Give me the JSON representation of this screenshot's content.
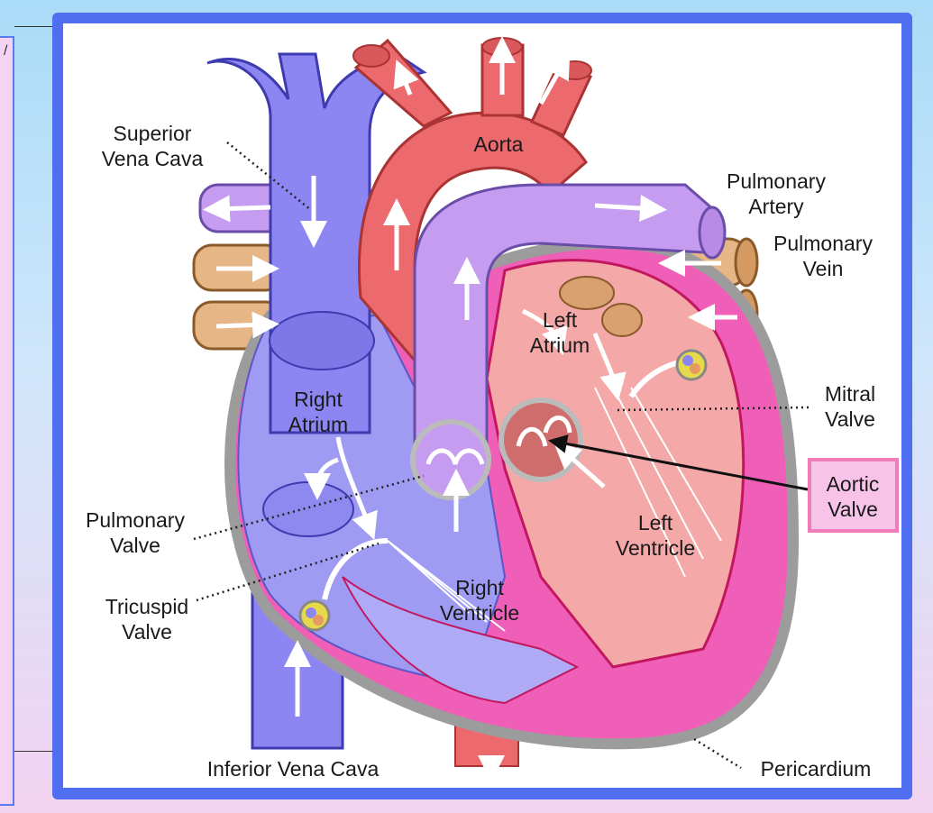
{
  "diagram": {
    "labels": {
      "superior_vena_cava": [
        "Superior",
        "Vena Cava"
      ],
      "aorta": "Aorta",
      "pulmonary_artery": [
        "Pulmonary",
        "Artery"
      ],
      "pulmonary_vein": [
        "Pulmonary",
        "Vein"
      ],
      "left_atrium": [
        "Left",
        "Atrium"
      ],
      "right_atrium": [
        "Right",
        "Atrium"
      ],
      "mitral_valve": [
        "Mitral",
        "Valve"
      ],
      "aortic_valve": [
        "Aortic",
        "Valve"
      ],
      "pulmonary_valve": [
        "Pulmonary",
        "Valve"
      ],
      "tricuspid_valve": [
        "Tricuspid",
        "Valve"
      ],
      "left_ventricle": [
        "Left",
        "Ventricle"
      ],
      "right_ventricle": [
        "Right",
        "Ventricle"
      ],
      "inferior_vena_cava": "Inferior Vena Cava",
      "pericardium": "Pericardium"
    },
    "colors": {
      "frame": "#4f6ef0",
      "vein_blue": "#8c85f2",
      "artery_red": "#ec6a6d",
      "pulmonary_purple": "#c59cf0",
      "pulmonary_vein_tan": "#e6b687",
      "ventricle_pink": "#ef5fb8",
      "left_chamber": "#f5a8a8",
      "pericardium_gray": "#9c9c9c",
      "highlight_box": "#f07cb9"
    }
  }
}
